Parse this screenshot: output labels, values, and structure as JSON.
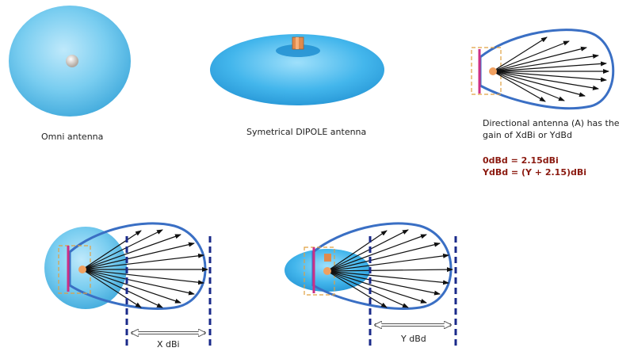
{
  "captions": {
    "omni": "Omni antenna",
    "dipole": "Symetrical DIPOLE antenna",
    "directional_line1": "Directional antenna (A) has the",
    "directional_line2": "gain of XdBi or YdBd"
  },
  "formulas": {
    "line1": "0dBd = 2.15dBi",
    "line2": "YdBd = (Y + 2.15)dBi"
  },
  "dimension_labels": {
    "x": "X dBi",
    "y": "Y dBd"
  },
  "colors": {
    "sphere": "#6ec8ec",
    "lobe_outline": "#3a6fc4",
    "arrow": "#111111",
    "dashed_line": "#1a2a8a",
    "reflector": "#cc2f86",
    "feed_point": "#f0a060",
    "formula_text": "#8b1a10"
  }
}
